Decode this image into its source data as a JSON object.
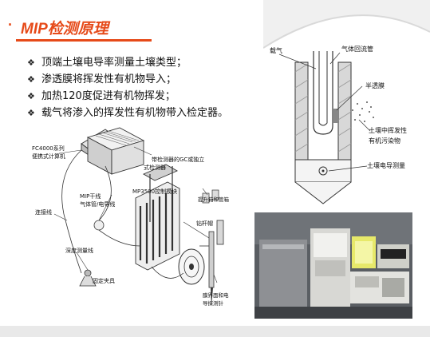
{
  "title": "MIP检测原理",
  "title_bullet": "·",
  "bullets": [
    "顶端土壤电导率测量土壤类型；",
    "渗透膜将挥发性有机物导入；",
    "加热120度促进有机物挥发；",
    "载气将渗入的挥发性有机物带入检定器。"
  ],
  "bullet_marker": "❖",
  "probe_labels": {
    "carrier_gas": "载气",
    "return_pipe": "气体回流管",
    "membrane": "半透膜",
    "contaminant_line1": "土壤中挥发性",
    "contaminant_line2": "有机污染物",
    "conductivity": "土壤电导测量"
  },
  "device_labels": {
    "fc4000_line1": "FC4000系列",
    "fc4000_line2": "便携式计算机",
    "gc_line1": "带检测器的GC或独立",
    "gc_line2": "式检测器",
    "mp3500": "MP3500控制模块",
    "mip_line1": "MIP干线",
    "mip_line2": "气体管/电导线",
    "lift": "提升箱和管箱",
    "connector": "连接线",
    "depth": "深度测量线",
    "rod": "钻杆帽",
    "clamp": "固定夹具",
    "probe_line1": "膜界面和电",
    "probe_line2": "导探测针"
  },
  "colors": {
    "accent": "#e64a19",
    "text": "#111111",
    "line": "#333333",
    "arc": "#d9d9d9"
  }
}
